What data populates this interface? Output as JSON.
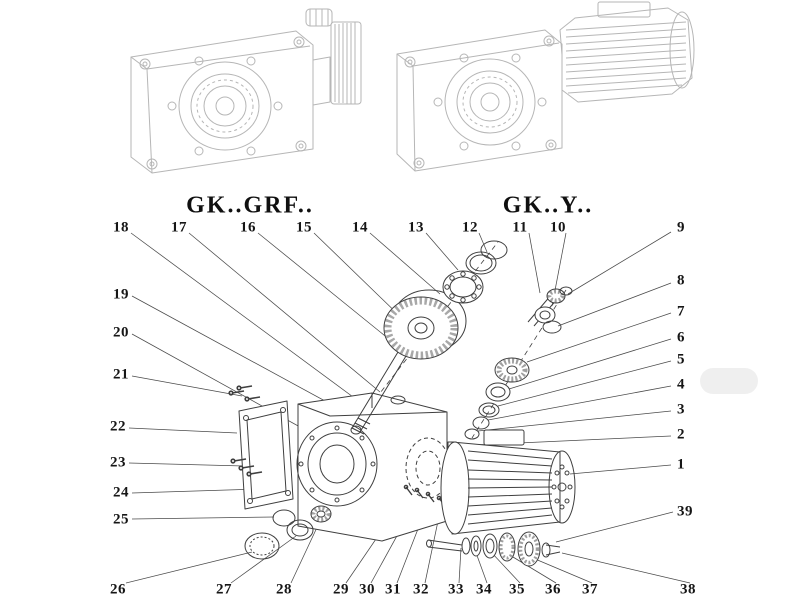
{
  "titles": {
    "left": "GK..GRF..",
    "right": "GK..Y.."
  },
  "part_labels": [
    "18",
    "17",
    "16",
    "15",
    "14",
    "13",
    "12",
    "11",
    "10",
    "9",
    "8",
    "7",
    "6",
    "5",
    "4",
    "3",
    "2",
    "1",
    "39",
    "19",
    "20",
    "21",
    "22",
    "23",
    "24",
    "25",
    "26",
    "27",
    "28",
    "29",
    "30",
    "31",
    "32",
    "33",
    "34",
    "35",
    "36",
    "37",
    "38"
  ]
}
